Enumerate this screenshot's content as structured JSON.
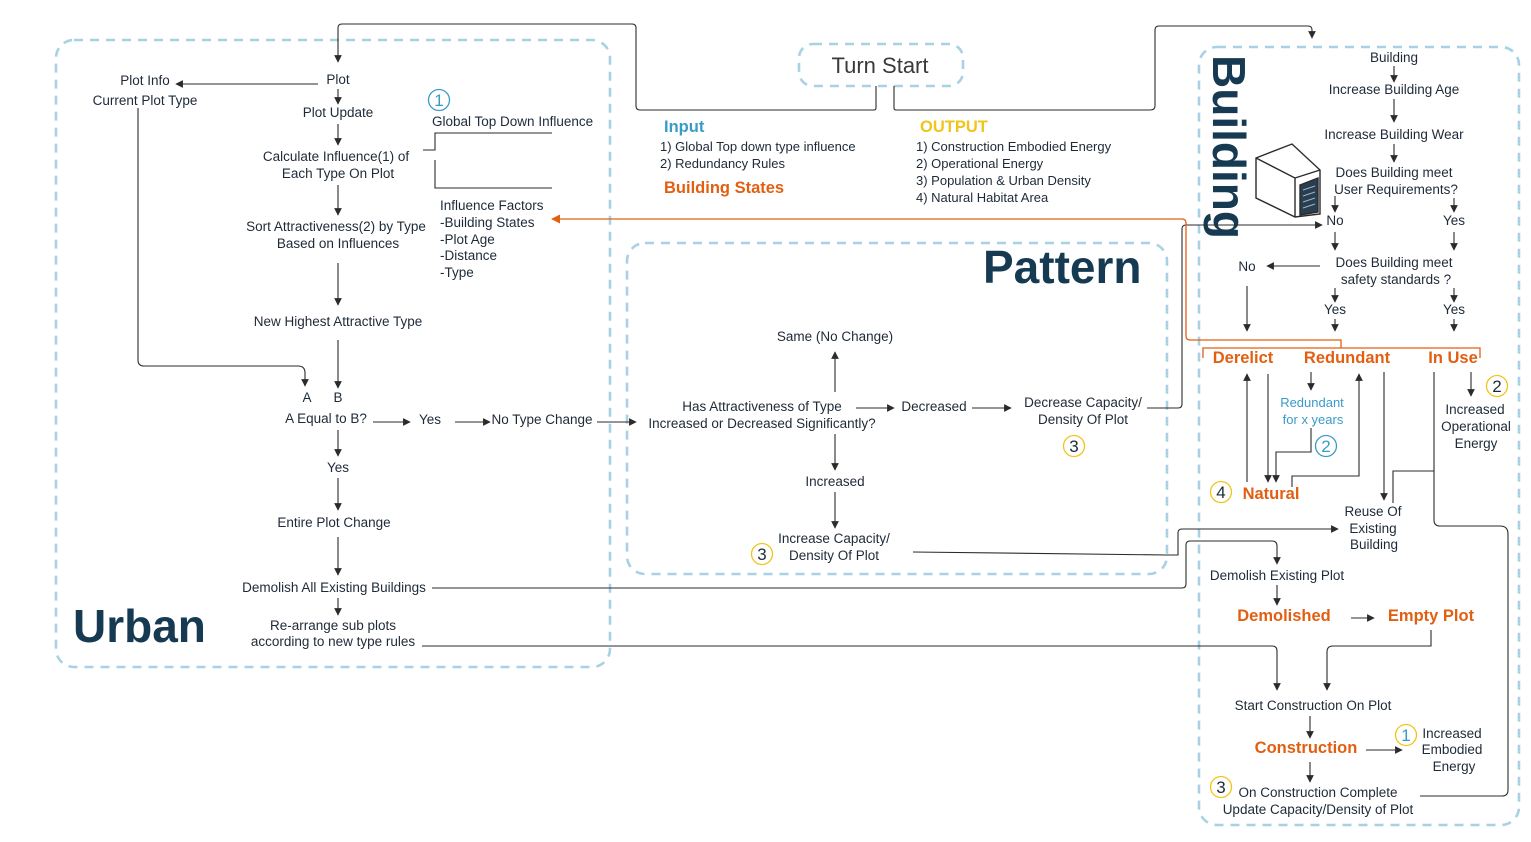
{
  "sections": {
    "urban": "Urban",
    "pattern": "Pattern",
    "building": "Building",
    "turn_start": "Turn Start"
  },
  "io": {
    "input_title": "Input",
    "input_items": [
      "1) Global Top down type influence",
      "2) Redundancy Rules"
    ],
    "input_states": "Building States",
    "output_title": "OUTPUT",
    "output_items": [
      "1) Construction Embodied Energy",
      "2) Operational Energy",
      "3) Population & Urban Density",
      "4) Natural Habitat Area"
    ]
  },
  "urban": {
    "plot_info": "Plot Info",
    "current_plot_type": "Current Plot Type",
    "plot": "Plot",
    "plot_update": "Plot Update",
    "calc_influence": [
      "Calculate Influence(1) of",
      "Each Type On Plot"
    ],
    "global_influence": "Global Top Down Influence",
    "influence_factors": [
      "Influence Factors",
      "-Building States",
      "-Plot Age",
      "-Distance",
      "-Type"
    ],
    "sort_attr": [
      "Sort Attractiveness(2) by Type",
      "Based on Influences"
    ],
    "new_highest": "New Highest Attractive Type",
    "a": "A",
    "b": "B",
    "a_equal_b": "A Equal to B?",
    "yes_right": "Yes",
    "no_type_change": "No Type Change",
    "yes_down": "Yes",
    "entire_change": "Entire Plot Change",
    "demolish_all": "Demolish All Existing Buildings",
    "rearrange": [
      "Re-arrange sub plots",
      "according to new type rules"
    ]
  },
  "pattern": {
    "same": "Same (No Change)",
    "has_attr": [
      "Has Attractiveness of Type",
      "Increased or Decreased Significantly?"
    ],
    "decreased": "Decreased",
    "decrease_cap": [
      "Decrease Capacity/",
      "Density Of Plot"
    ],
    "increased": "Increased",
    "increase_cap": [
      "Increase Capacity/",
      "Density Of Plot"
    ]
  },
  "building": {
    "building": "Building",
    "inc_age": "Increase Building Age",
    "inc_wear": "Increase Building Wear",
    "user_req": [
      "Does Building meet",
      "User Requirements?"
    ],
    "no1": "No",
    "yes1": "Yes",
    "no2": "No",
    "safety": [
      "Does Building meet",
      "safety standards ?"
    ],
    "yes2": "Yes",
    "yes3": "Yes",
    "derelict": "Derelict",
    "redundant": "Redundant",
    "in_use": "In Use",
    "redundant_x": [
      "Redundant",
      "for x years"
    ],
    "increased_op": [
      "Increased",
      "Operational",
      "Energy"
    ],
    "natural": "Natural",
    "reuse": [
      "Reuse Of",
      "Existing",
      "Building"
    ],
    "demolish_existing": "Demolish Existing Plot",
    "demolished": "Demolished",
    "empty_plot": "Empty Plot",
    "start_construction": "Start Construction On Plot",
    "construction": "Construction",
    "increased_emb": [
      "Increased",
      "Embodied",
      "Energy"
    ],
    "on_complete": "On Construction Complete",
    "update_cap": "Update Capacity/Density of Plot"
  },
  "badges": {
    "b1": "1",
    "b2": "2",
    "b3": "3",
    "b4": "4"
  },
  "colors": {
    "accent_orange": "#e25f12",
    "accent_blue": "#3a9bc8",
    "accent_yellow": "#f0c419",
    "box_dash": "#a8d2e4",
    "title_navy": "#163a52"
  }
}
